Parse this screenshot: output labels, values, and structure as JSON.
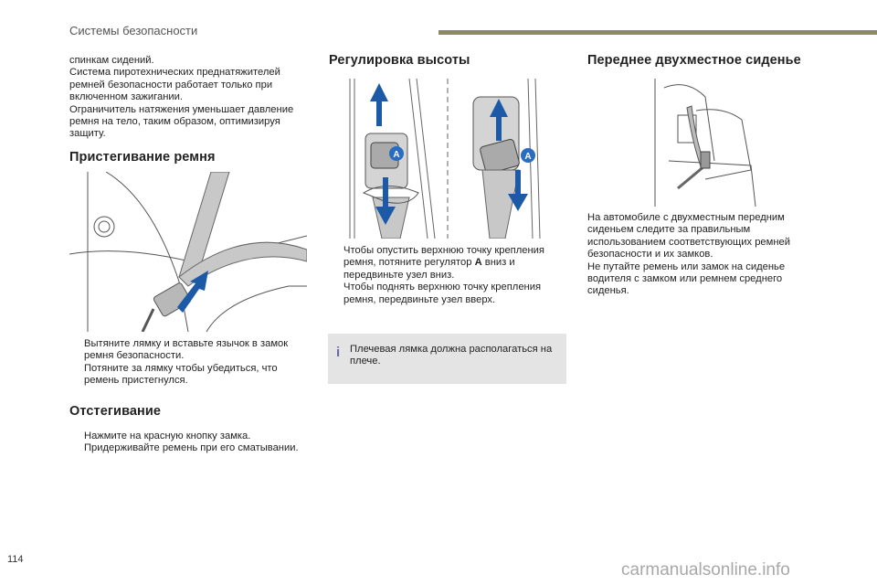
{
  "header": {
    "section": "Системы безопасности"
  },
  "col1": {
    "intro": [
      "спинкам сидений.",
      "Система пиротехнических преднатяжителей ремней безопасности работает только при включенном зажигании.",
      "Ограничитель натяжения уменьшает давление ремня на тело, таким образом, оптимизируя защиту."
    ],
    "fasten_title": "Пристегивание ремня",
    "fasten_items": [
      "Вытяните лямку и вставьте язычок в замок ремня безопасности.",
      "Потяните за лямку чтобы убедиться, что ремень пристегнулся."
    ],
    "unfasten_title": "Отстегивание",
    "unfasten_items": [
      "Нажмите на красную кнопку замка.",
      "Придерживайте ремень при его сматывании."
    ]
  },
  "col2": {
    "title": "Регулировка высоты",
    "label_a": "A",
    "items_lead": [
      "Чтобы опустить верхнюю точку крепления ремня, потяните регулятор ",
      "Чтобы поднять верхнюю точку крепления ремня, передвиньте узел вверх."
    ],
    "item1_bold": "A",
    "item1_tail": " вниз и передвиньте узел вниз.",
    "note": "Плечевая лямка должна располагаться на плече."
  },
  "col3": {
    "title": "Переднее двухместное сиденье",
    "text": [
      "На автомобиле с двухместным передним сиденьем следите за правильным использованием соответствующих ремней безопасности и их замков.",
      "Не путайте ремень или замок на сиденье водителя с замком или ремнем среднего сиденья."
    ]
  },
  "bullet_symbol": "",
  "note_icon": "i",
  "footer": {
    "page": "114",
    "watermark": "carmanualsonline.info"
  },
  "colors": {
    "accent_bar": "#8a8a6a",
    "arrow_blue": "#1c5aa8",
    "note_bg": "#e4e4e4",
    "label_blue": "#2a6cc0"
  }
}
